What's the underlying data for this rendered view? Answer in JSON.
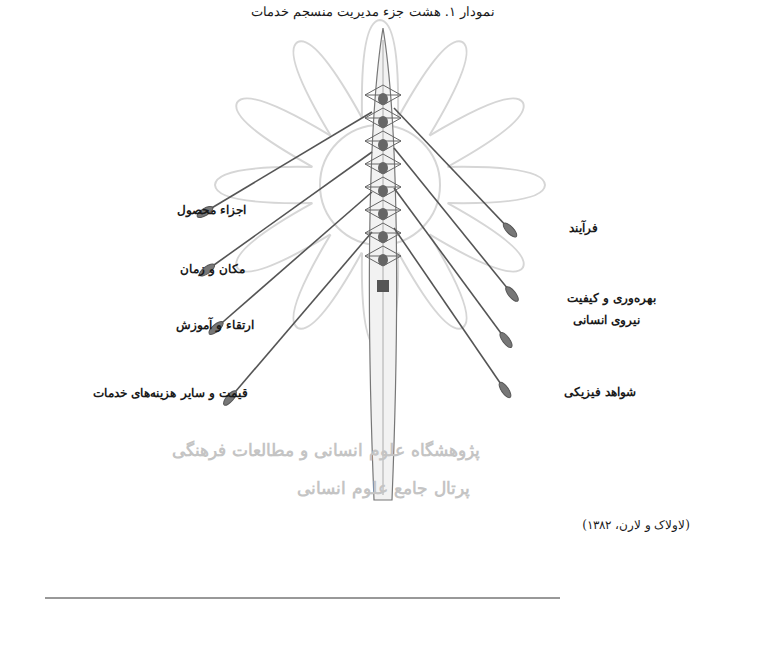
{
  "diagram": {
    "title": "نمودار ۱. هشت جزء مدیریت منسجم خدمات",
    "labels": [
      "اجزاء محصول",
      "مکان و زمان",
      "ارتقاء و آموزش",
      "قیمت و سایر هزینه‌های خدمات",
      "فرآیند",
      "بهره‌وری و کیفیت",
      "نیروی انسانی",
      "شواهد فیزیکی",
      "(لاولاک و لارن، ۱۳۸۲)",
      "پژوهشگاه علوم انسانی و مطالعات فرهنگی",
      "پرتال جامع علوم انسانی"
    ]
  }
}
